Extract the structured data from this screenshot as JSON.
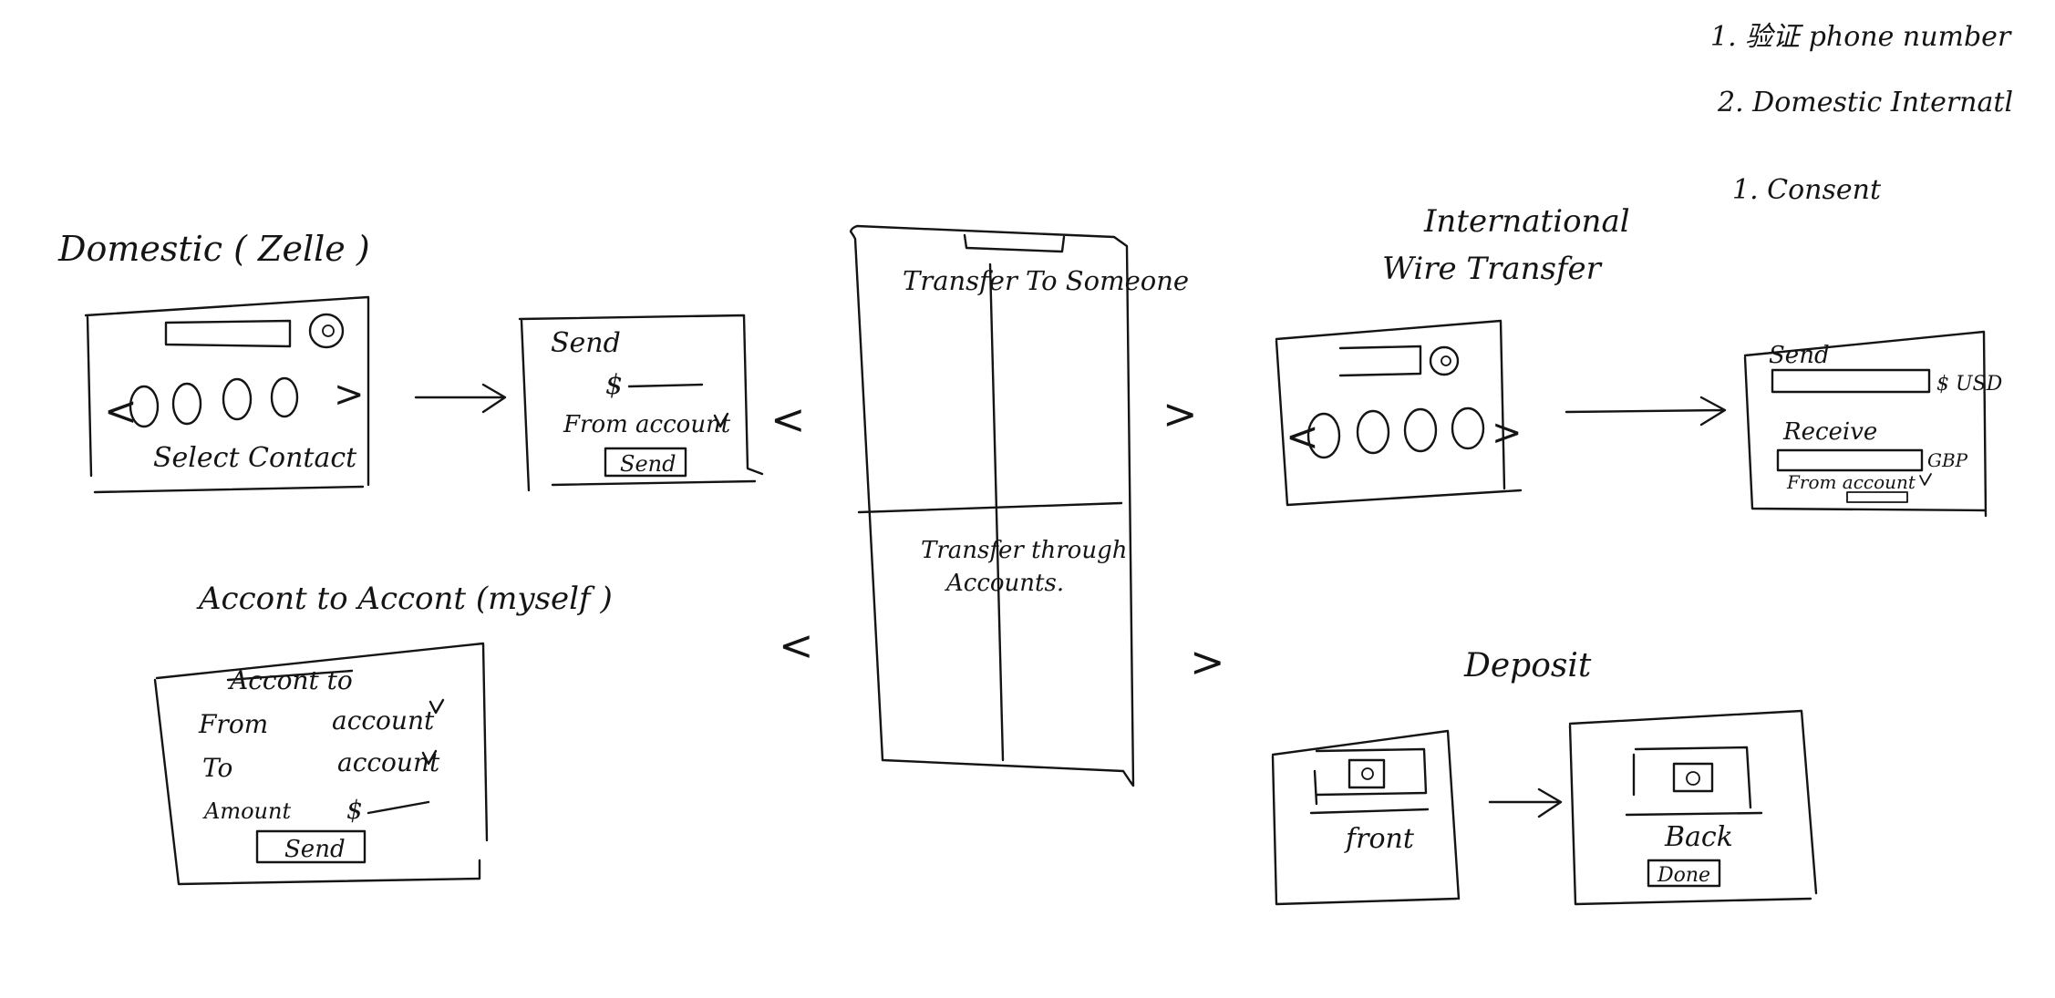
{
  "notes": {
    "line1": "1. 验证 phone number",
    "line2": "2. Domestic Internatl",
    "line3": "1. Consent"
  },
  "hub": {
    "top_label": "Transfer To Someone",
    "bottom_label_line1": "Transfer through",
    "bottom_label_line2": "Accounts."
  },
  "domestic": {
    "title": "Domestic ( Zelle )",
    "contacts_caption": "Select Contact",
    "carousel_left": "<",
    "carousel_right": ">",
    "send_title": "Send",
    "currency": "$",
    "from_account": "From account",
    "send_button": "Send"
  },
  "international": {
    "title_line1": "International",
    "title_line2": "Wire Transfer",
    "carousel_left": "<",
    "carousel_right": ">",
    "send_title": "Send",
    "send_currency": "$ USD",
    "receive_title": "Receive",
    "receive_currency": "GBP",
    "from_account": "From account"
  },
  "account_to_account": {
    "title": "Accont to Accont (myself )",
    "struck_heading": "Accont to",
    "from_label": "From",
    "from_value": "account",
    "to_label": "To",
    "to_value": "account",
    "amount_label": "Amount",
    "currency": "$",
    "send_button": "Send"
  },
  "deposit": {
    "title": "Deposit",
    "front_caption": "front",
    "back_caption": "Back",
    "done_button": "Done"
  },
  "flow": {
    "lt": "<",
    "gt": ">"
  },
  "icons": {
    "chevron": "chevron-down-icon",
    "search": "search-icon",
    "camera": "camera-icon"
  }
}
